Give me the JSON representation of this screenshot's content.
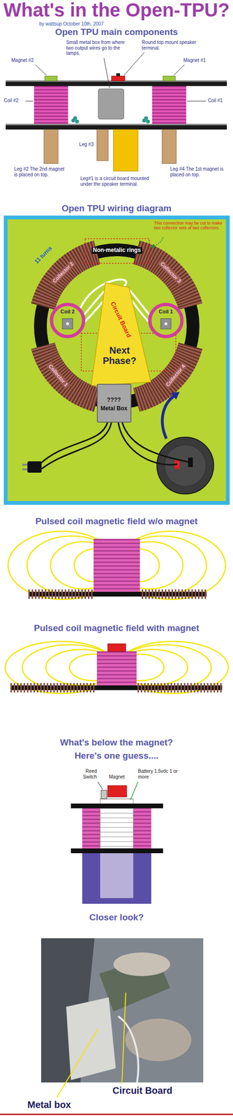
{
  "diagram": {
    "title": "What's in the Open-TPU?",
    "nodes": [
      {
        "text": [
          "Coil 2"
        ]
      },
      {
        "text": [
          "Coil 1"
        ]
      },
      {
        "text": [
          "Circuit Board",
          "Next Phase?"
        ]
      },
      {
        "text": [
          "????",
          "Metal Box"
        ]
      }
    ],
    "labels": [
      "by wattsup October 10th, 2007",
      "Open TPU main components",
      "Small metal box from where two output wires go to the lamps.",
      "Round top mount speaker terminal.",
      "Magnet #2",
      "Magnet #1",
      "Coil #2",
      "Coil #1",
      "Leg #3",
      "Leg #2 The 2nd magnet is placed on top.",
      "Leg#1 is a circuit board mounted under the speaker terminal.",
      "Leg #4 The 1st magnet is placed on top.",
      "Open TPU wiring diagram",
      "Non-metalic rings",
      "This connection may be cut to make two collector sets of two collectors.",
      "11 turns",
      "Collector 2",
      "Collector 3",
      "Collector 1",
      "Collector 4",
      "Pulsed coil magnetic field w/o magnet",
      "Pulsed coil magnetic field with magnet",
      "What's below the magnet?",
      "Here's one guess....",
      "Reed Switch",
      "Magnet",
      "Battery 1.5vdc 1 or more",
      "Closer look?",
      "Circuit Board",
      "Metal box"
    ]
  }
}
